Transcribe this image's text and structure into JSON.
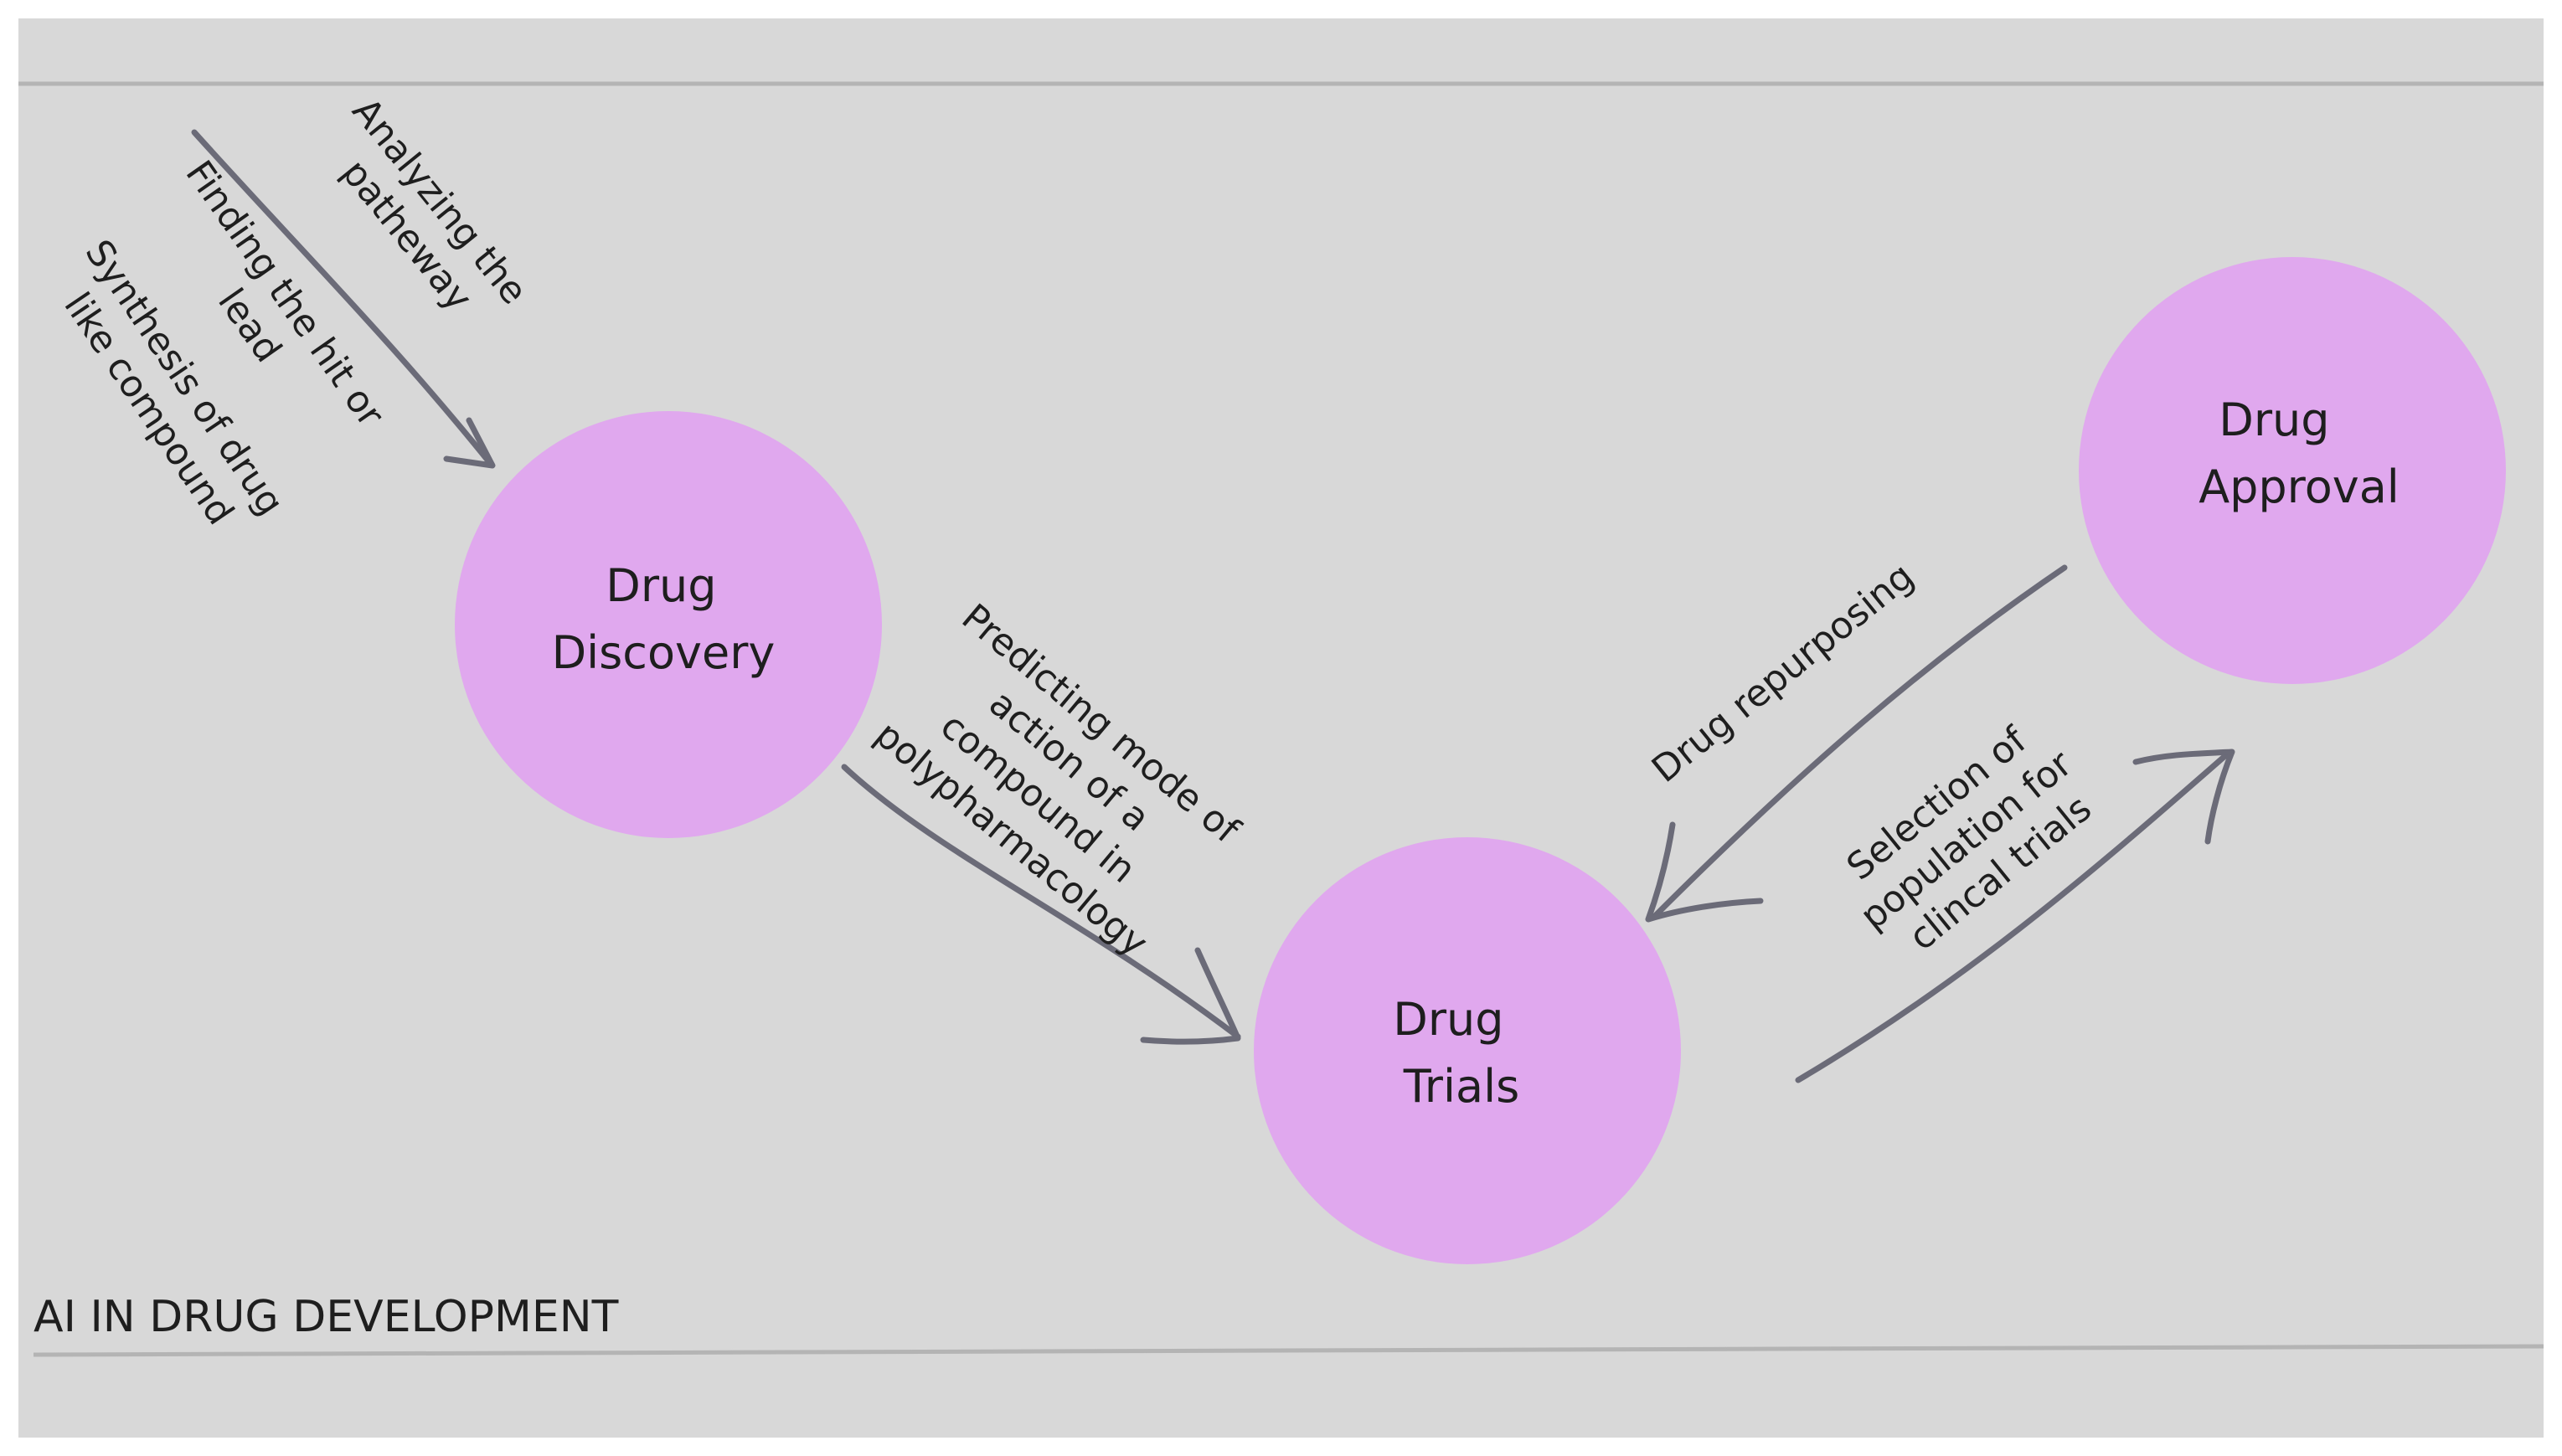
{
  "colors": {
    "background": "#d8d8d8",
    "frame": "#ffffff",
    "node_fill": "#e0a8ee",
    "arrow": "#6b6b78",
    "rule": "#b4b4b4",
    "text": "#1e1e1e"
  },
  "title": "AI IN DRUG DEVELOPMENT",
  "nodes": [
    {
      "id": "discovery",
      "lines": [
        "Drug",
        "Discovery"
      ]
    },
    {
      "id": "trials",
      "lines": [
        "Drug",
        "Trials"
      ]
    },
    {
      "id": "approval",
      "lines": [
        "Drug",
        "Approval"
      ]
    }
  ],
  "labels": {
    "analyzing": [
      "Analyzing the",
      "patheway"
    ],
    "finding": [
      "Finding the hit or",
      "lead"
    ],
    "synthesis": [
      "Synthesis of drug",
      "like compound"
    ],
    "predicting": [
      "Predicting mode of",
      "action of a",
      "compound in",
      "polypharmacology"
    ],
    "repurposing": [
      "Drug repurposing"
    ],
    "selection": [
      "Selection of",
      "population for",
      "clincal trials"
    ]
  }
}
